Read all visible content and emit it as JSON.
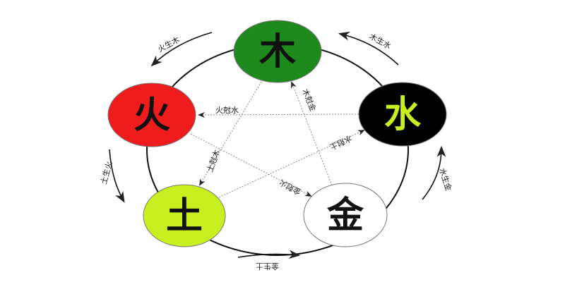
{
  "elements": [
    {
      "char": "木",
      "color": "#1e8a1e",
      "text_color": "#111111"
    },
    {
      "char": "火",
      "color": "#ee1c1c",
      "text_color": "#111111"
    },
    {
      "char": "水",
      "color": "#000000",
      "text_color": "#c8f020"
    },
    {
      "char": "土",
      "color": "#c8f020",
      "text_color": "#111111"
    },
    {
      "char": "金",
      "color": "#ffffff",
      "text_color": "#111111"
    }
  ],
  "generating_labels": [
    "火生木",
    "木生水",
    "水生金",
    "金生土",
    "土生火"
  ],
  "controlling_labels": [
    "火尅水",
    "木尅金",
    "土尅木",
    "金尅火",
    "水尅土"
  ]
}
